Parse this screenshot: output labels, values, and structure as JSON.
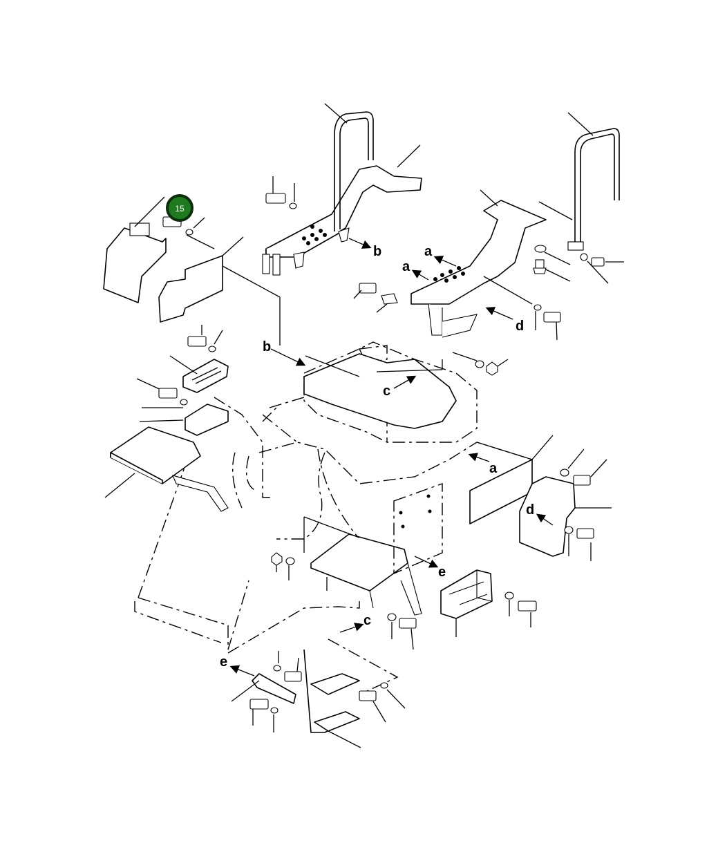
{
  "callout": {
    "number": "15",
    "color": "#1f7a1f"
  },
  "refs": {
    "a1": "a",
    "a2": "a",
    "a3": "a",
    "b1": "b",
    "b2": "b",
    "c1": "c",
    "c2": "c",
    "d1": "d",
    "d2": "d",
    "e1": "e",
    "e2": "e"
  },
  "icons": [
    "bolt-icon",
    "washer-icon",
    "nut-icon",
    "arrow-icon"
  ],
  "colors": {
    "line": "#000000",
    "background": "#ffffff"
  }
}
